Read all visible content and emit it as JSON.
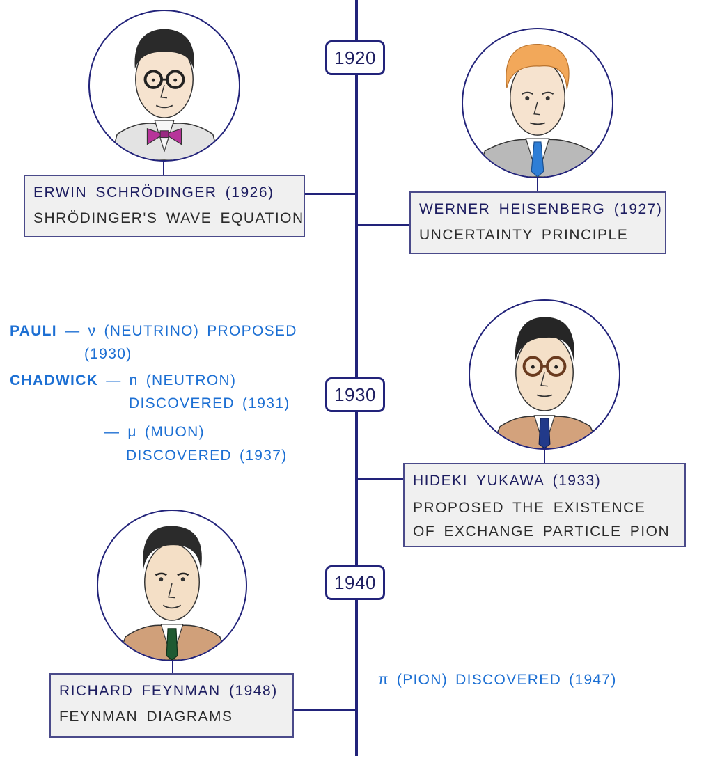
{
  "timeline": {
    "years": [
      "1920",
      "1930",
      "1940"
    ]
  },
  "cards": {
    "schrodinger": {
      "name": "ERWIN SCHRÖDINGER (1926)",
      "desc": "SHRÖDINGER'S WAVE EQUATION"
    },
    "heisenberg": {
      "name": "WERNER HEISENBERG (1927)",
      "desc": "UNCERTAINTY PRINCIPLE"
    },
    "yukawa": {
      "name": "HIDEKI YUKAWA (1933)",
      "desc_line1": "PROPOSED THE EXISTENCE",
      "desc_line2": "OF EXCHANGE PARTICLE PION"
    },
    "feynman": {
      "name": "RICHARD FEYNMAN (1948)",
      "desc": "FEYNMAN DIAGRAMS"
    }
  },
  "notes": {
    "pauli_name": "PAULI",
    "pauli_text": " — ν (NEUTRINO) PROPOSED",
    "pauli_year": "(1930)",
    "chadwick_name": "CHADWICK",
    "chadwick_text": " — n (NEUTRON)",
    "chadwick_line2": "DISCOVERED (1931)",
    "muon_text": "— μ (MUON)",
    "muon_line2": "DISCOVERED (1937)",
    "pion": "π (PION) DISCOVERED (1947)"
  },
  "colors": {
    "timeline": "#22237a",
    "note_text": "#1c6fd3",
    "card_bg": "#f0f0f0"
  }
}
